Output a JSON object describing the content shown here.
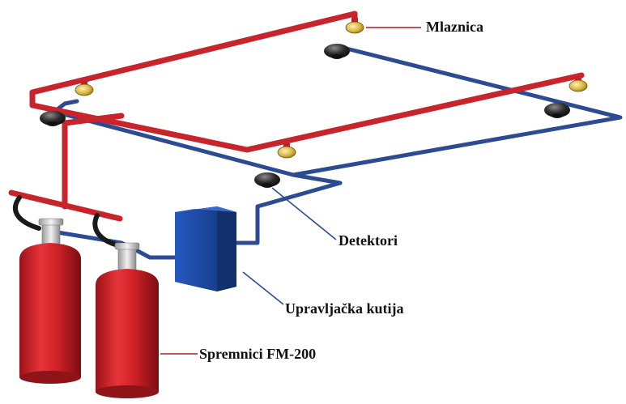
{
  "labels": {
    "nozzle": "Mlaznica",
    "detectors": "Detektori",
    "control_box": "Upravljačka kutija",
    "tanks": "Spremnici FM-200"
  },
  "colors": {
    "red_pipe": "#c8242c",
    "red_pipe_dark": "#8e1418",
    "blue_pipe": "#2c4b92",
    "blue_pipe_dark": "#1b2f63",
    "control_box": "#1f4ea8",
    "tank": "#d4242a",
    "nozzle_gold": "#d8b440",
    "detector_black": "#222222",
    "leader_red": "#a01e24",
    "leader_blue": "#2c4b92"
  }
}
